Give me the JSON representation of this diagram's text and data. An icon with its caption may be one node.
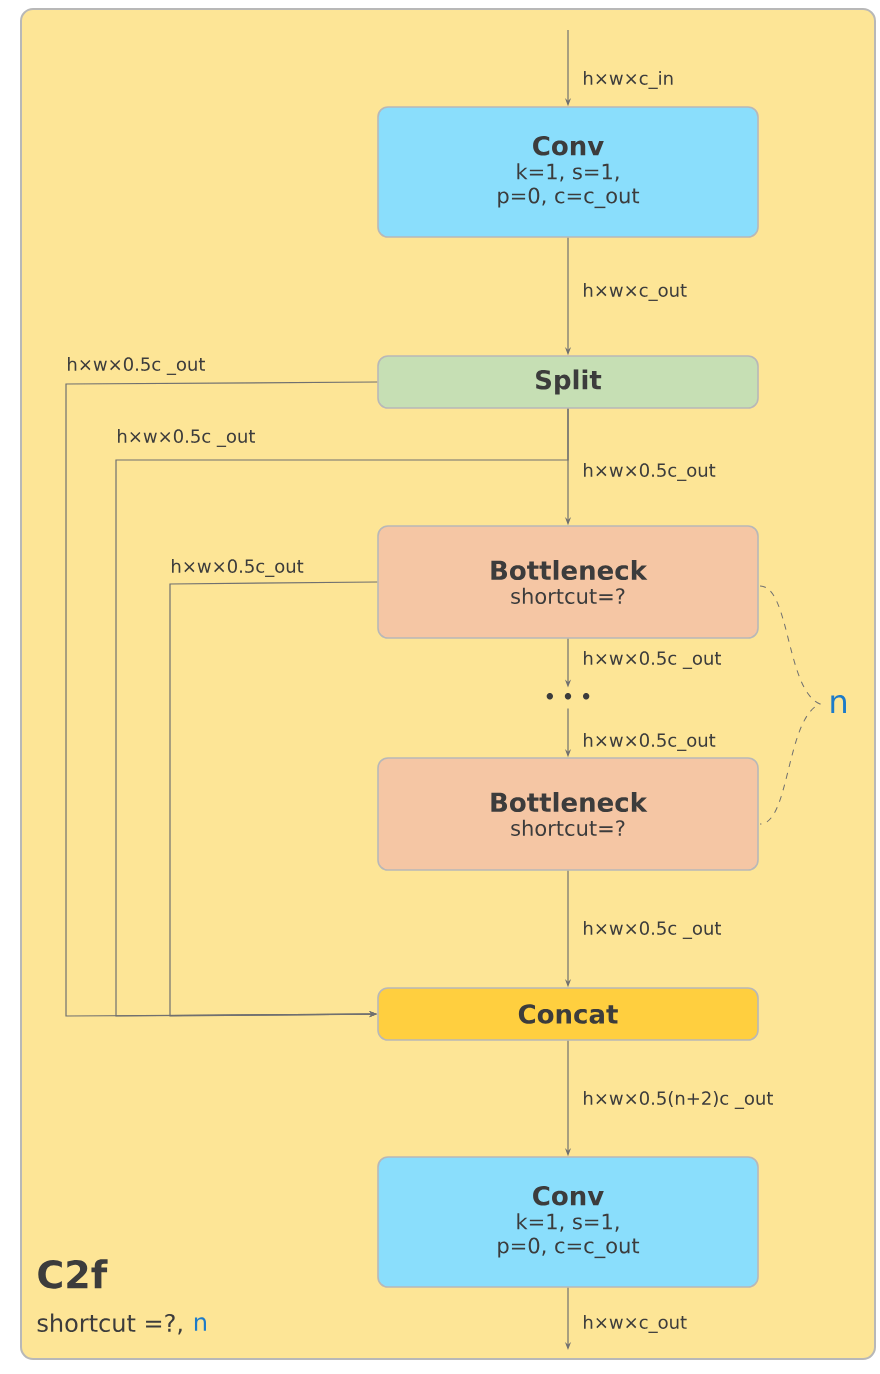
{
  "diagram": {
    "nodes": [
      {
        "text": [
          "C2f",
          "shortcut =?,",
          "n"
        ]
      },
      {
        "text": [
          "Conv",
          "k=1, s=1, p=0, c=c_out"
        ],
        "in": 0
      },
      {
        "text": [
          "Split"
        ],
        "in": 0
      },
      {
        "text": [
          "Bottleneck",
          "shortcut=?"
        ],
        "in": 0
      },
      {
        "text": [
          "Bottleneck",
          "shortcut=?"
        ],
        "in": 0
      },
      {
        "text": [
          "Concat"
        ],
        "in": 0
      },
      {
        "text": [
          "Conv",
          "k=1, s=1, p=0, c=c_out"
        ],
        "in": 0
      },
      {
        "text": [
          "• • •"
        ],
        "in": 0
      }
    ],
    "edges": [
      {
        "from": null,
        "to": 1,
        "arrow": "to",
        "label": "h×w×c_in"
      },
      {
        "from": 1,
        "to": 2,
        "arrow": "to",
        "label": "h×w×c_out"
      },
      {
        "from": 2,
        "to": 3,
        "arrow": "to",
        "label": "h×w×0.5c_out"
      },
      {
        "from": 2,
        "to": 5,
        "arrow": "to",
        "label": "h×w×0.5c _out"
      },
      {
        "from": 2,
        "to": 5,
        "arrow": "to",
        "label": "h×w×0.5c _out"
      },
      {
        "from": 3,
        "to": 5,
        "arrow": "to",
        "label": "h×w×0.5c_out"
      },
      {
        "from": 3,
        "to": 7,
        "arrow": "to",
        "label": "h×w×0.5c _out"
      },
      {
        "from": 7,
        "to": 4,
        "arrow": "to",
        "label": "h×w×0.5c_out"
      },
      {
        "from": 4,
        "to": 5,
        "arrow": "to",
        "label": "h×w×0.5c _out"
      },
      {
        "from": 5,
        "to": 6,
        "arrow": "to",
        "label": "h×w×0.5(n+2)c _out"
      },
      {
        "from": 6,
        "to": null,
        "arrow": "to",
        "label": "h×w×c_out"
      }
    ],
    "labels": [
      "n"
    ]
  }
}
